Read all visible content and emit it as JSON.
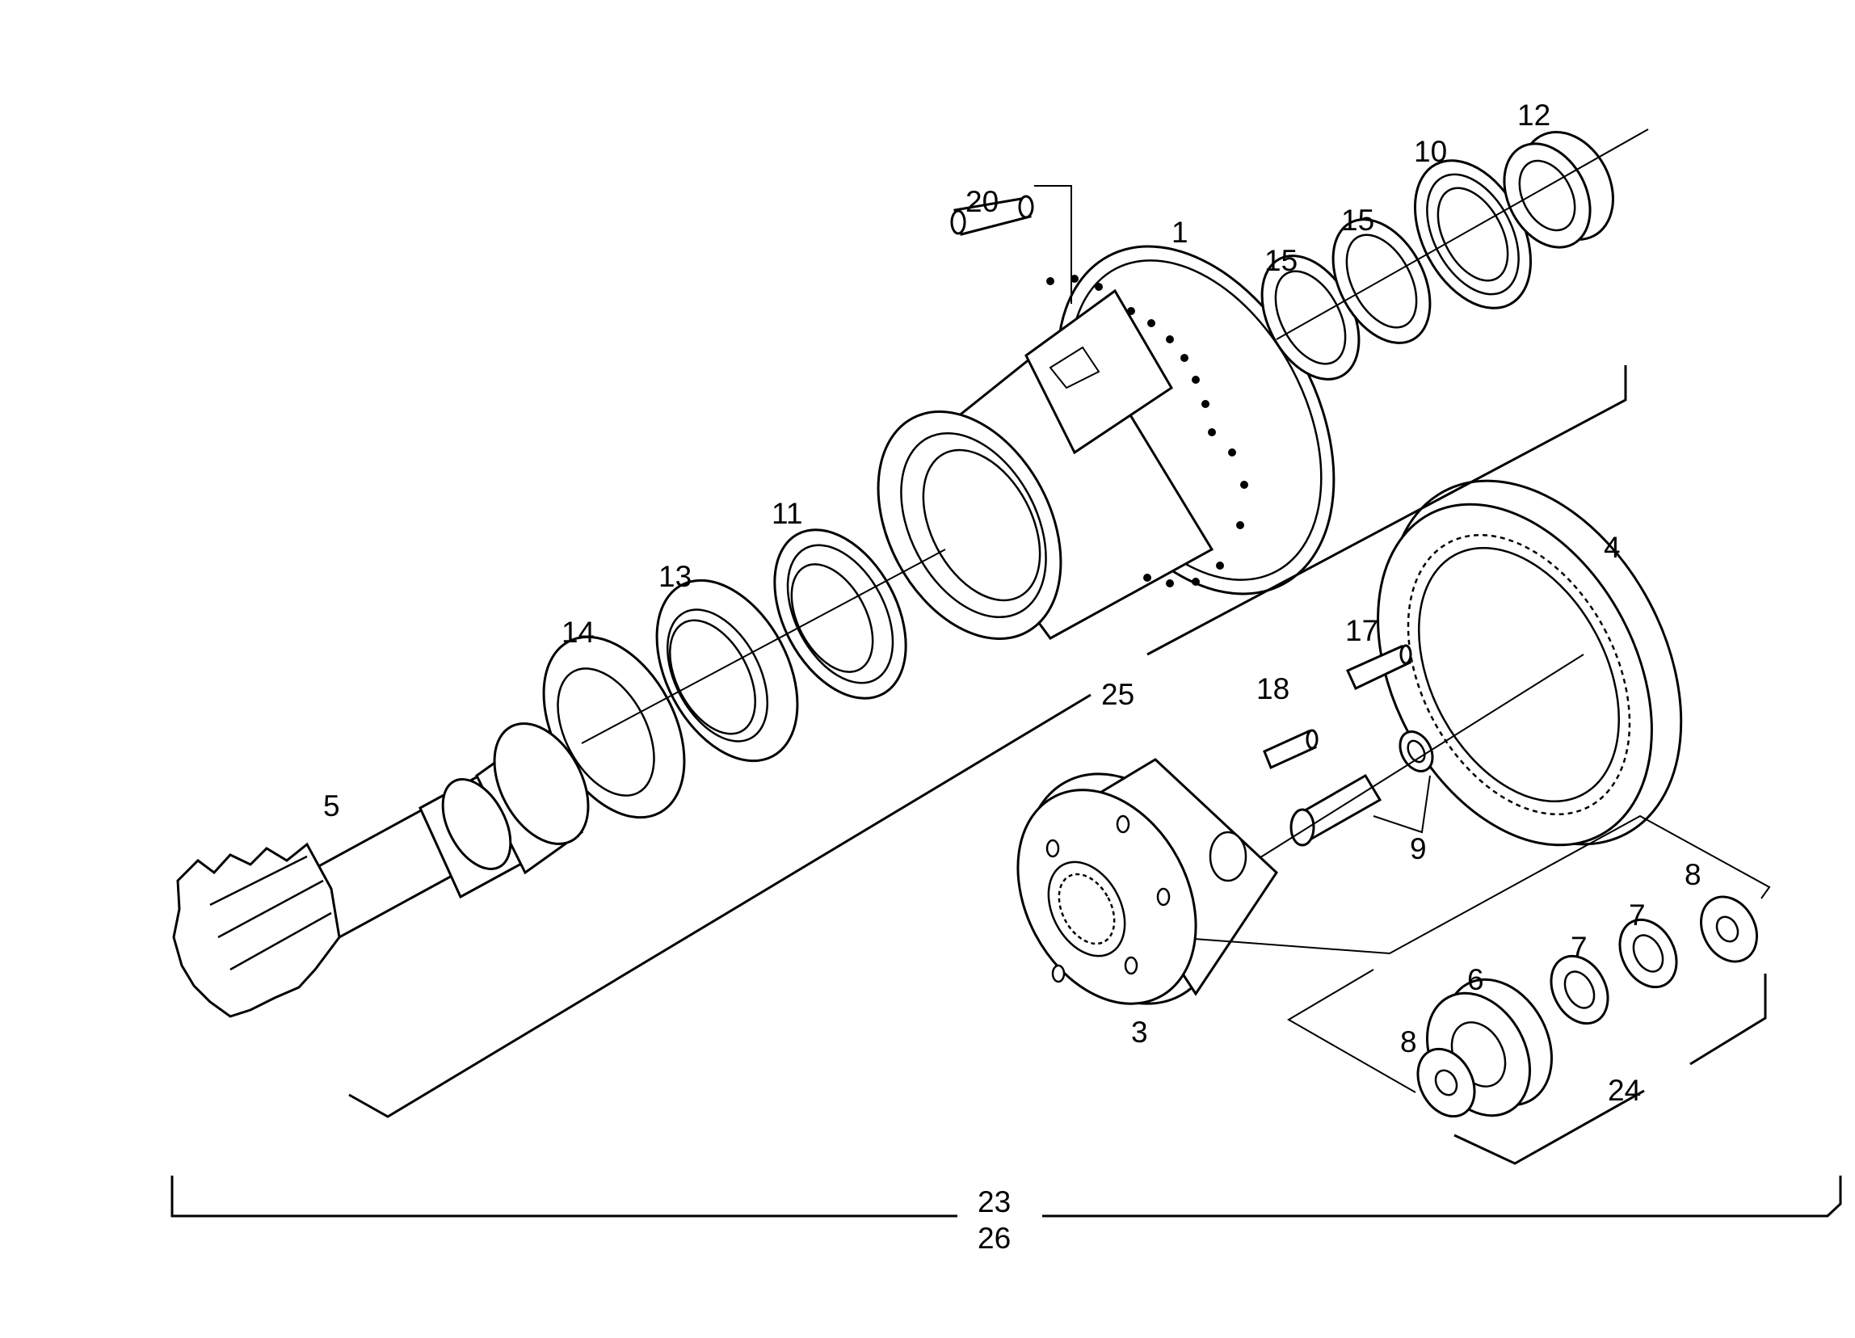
{
  "callouts": {
    "p1": "1",
    "p3": "3",
    "p4": "4",
    "p5": "5",
    "p6": "6",
    "p7a": "7",
    "p7b": "7",
    "p8a": "8",
    "p8b": "8",
    "p9": "9",
    "p10": "10",
    "p11": "11",
    "p12": "12",
    "p13": "13",
    "p14": "14",
    "p15a": "15",
    "p15b": "15",
    "p17": "17",
    "p18": "18",
    "p20": "20",
    "p23": "23",
    "p24": "24",
    "p25": "25",
    "p26": "26"
  }
}
